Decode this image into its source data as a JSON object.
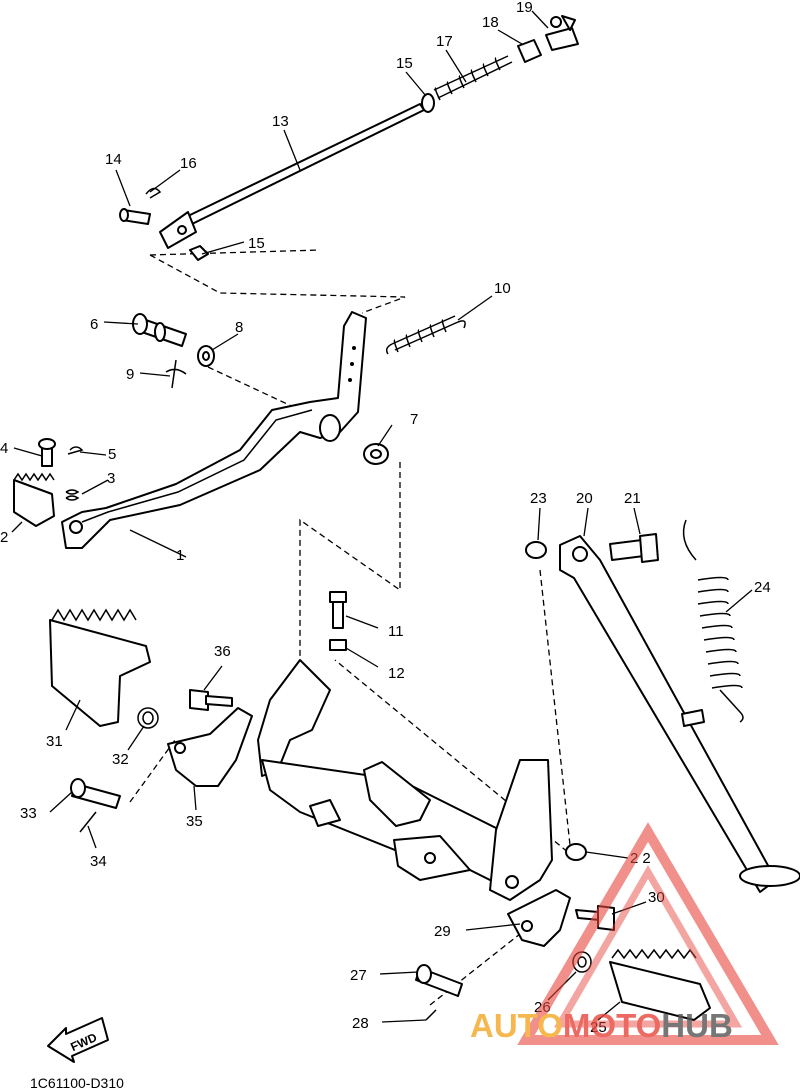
{
  "callouts": [
    "1",
    "2",
    "3",
    "4",
    "5",
    "6",
    "7",
    "8",
    "9",
    "10",
    "11",
    "12",
    "13",
    "14",
    "15",
    "15",
    "16",
    "17",
    "18",
    "19",
    "20",
    "21",
    "22",
    "23",
    "24",
    "25",
    "26",
    "27",
    "28",
    "29",
    "30",
    "31",
    "32",
    "33",
    "34",
    "35",
    "36"
  ],
  "fwd_label": "FWD",
  "diagram_code": "1C61100-D310",
  "watermark": {
    "part1": "AUTO",
    "part2": "MOTO",
    "part3": "HUB",
    "color_orange": "#f5a623",
    "color_red": "#e8453c",
    "color_gray": "#555555"
  }
}
